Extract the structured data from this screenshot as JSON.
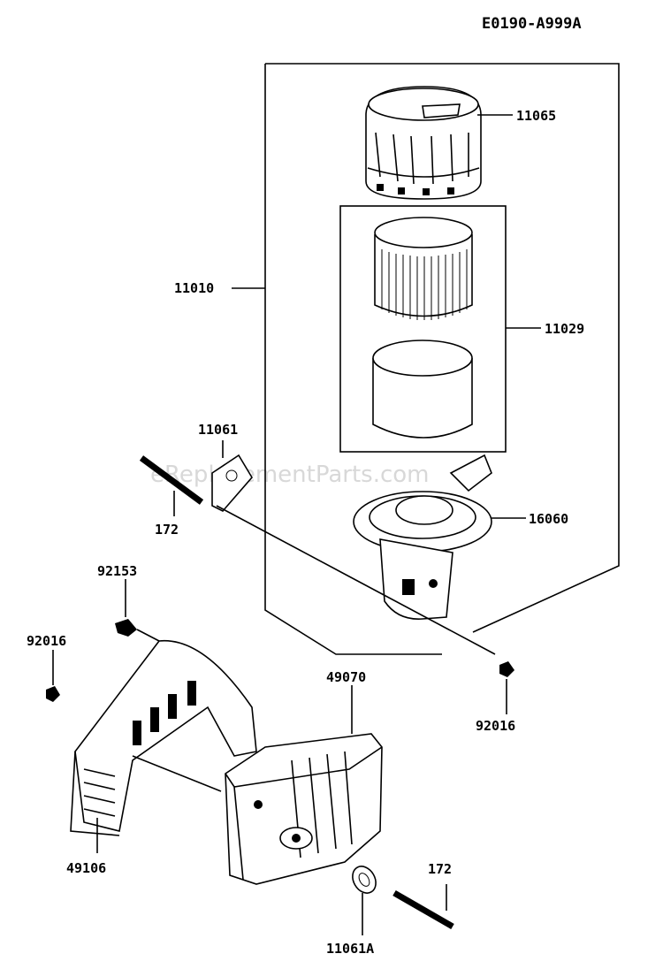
{
  "diagram_code": "E0190-A999A",
  "watermark": "eReplacementParts.com",
  "parts": {
    "cover": "11065",
    "assembly": "11010",
    "element": "11029",
    "gasket_top": "11061",
    "bolt_top": "172",
    "base": "16060",
    "nut_left_top": "92153",
    "nut_left": "92016",
    "nut_right": "92016",
    "muffler": "49070",
    "muffler_cover": "49106",
    "gasket_bottom": "11061A",
    "bolt_bottom": "172"
  }
}
